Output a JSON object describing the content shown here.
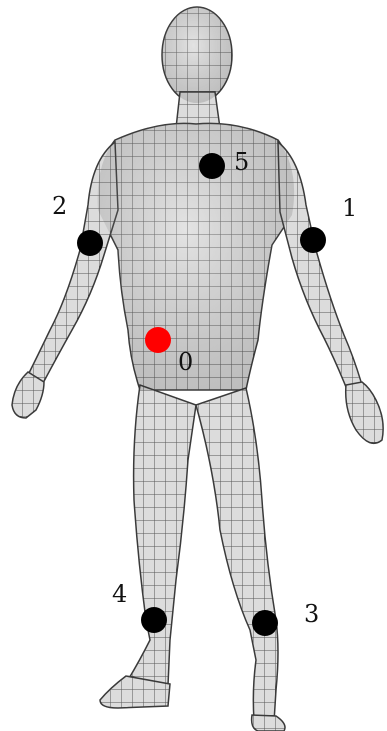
{
  "figure": {
    "body_fill": "#d9d9d9",
    "grid_color": "#4a4a4a",
    "outline_color": "#3a3a3a"
  },
  "markers": [
    {
      "id": "0",
      "label": "0",
      "color": "#ff0000"
    },
    {
      "id": "1",
      "label": "1",
      "color": "#000000"
    },
    {
      "id": "2",
      "label": "2",
      "color": "#000000"
    },
    {
      "id": "3",
      "label": "3",
      "color": "#000000"
    },
    {
      "id": "4",
      "label": "4",
      "color": "#000000"
    },
    {
      "id": "5",
      "label": "5",
      "color": "#000000"
    }
  ]
}
